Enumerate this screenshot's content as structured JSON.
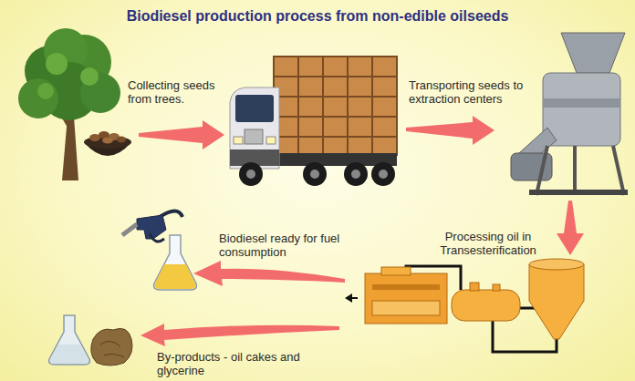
{
  "diagram": {
    "title": "Biodiesel production process from non-edible oilseeds",
    "labels": [
      "Collecting seeds from trees.",
      "Transporting seeds to extraction centers",
      "Processing oil in Transesterification",
      "Biodiesel ready for fuel consumption",
      "By-products - oil cakes and glycerine"
    ]
  }
}
